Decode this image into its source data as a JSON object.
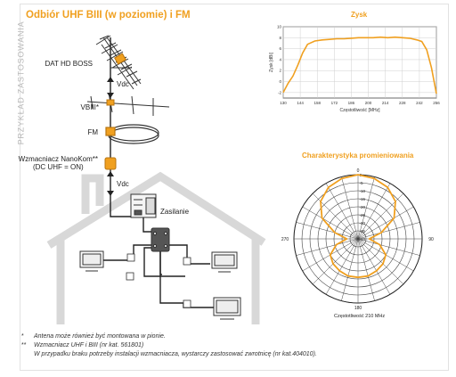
{
  "side_label": "PRZYKŁAD ZASTOSOWANIA",
  "title": "Odbiór UHF BIII (w poziomie) i FM",
  "diagram": {
    "labels": {
      "antenna_main": "DAT HD BOSS",
      "vdc_top": "Vdc",
      "vbiii": "VBIII*",
      "fm": "FM",
      "amplifier_line1": "Wzmacniacz NanoKom**",
      "amplifier_line2": "(DC UHF = ON)",
      "vdc_bottom": "Vdc",
      "power_supply": "Zasilanie"
    }
  },
  "footnotes": [
    {
      "mark": "*",
      "text": "Antena może również być montowana w pionie."
    },
    {
      "mark": "**",
      "text": "Wzmacniacz UHF i BIII (nr kat. 561801)"
    },
    {
      "mark": "",
      "text": "W przypadku braku potrzeby instalacji wzmacniacza, wystarczy zastosować zwrotnicę (nr kat.404010)."
    }
  ],
  "colors": {
    "accent": "#f0a020",
    "line": "#222222",
    "house": "#d8d8d8"
  },
  "chart_data": [
    {
      "type": "line",
      "title": "Zysk",
      "xlabel": "Częstotliwość [MHz]",
      "ylabel": "Zysk [dBi]",
      "x_ticks": [
        130,
        144,
        158,
        172,
        186,
        200,
        214,
        228,
        242,
        256
      ],
      "xlim": [
        130,
        256
      ],
      "y_ticks": [
        -2,
        0,
        2,
        4,
        6,
        8,
        10
      ],
      "ylim": [
        -3,
        10
      ],
      "grid": true,
      "x": [
        130,
        134,
        138,
        142,
        146,
        150,
        156,
        162,
        168,
        174,
        180,
        186,
        192,
        198,
        204,
        210,
        216,
        222,
        228,
        234,
        240,
        244,
        248,
        252,
        256
      ],
      "values": [
        -2.0,
        -0.3,
        1.0,
        3.0,
        5.2,
        6.8,
        7.4,
        7.6,
        7.7,
        7.8,
        7.8,
        7.9,
        8.0,
        8.0,
        8.0,
        8.1,
        8.0,
        8.1,
        8.0,
        7.9,
        7.6,
        7.3,
        5.8,
        2.5,
        -2.2
      ]
    },
    {
      "type": "polar",
      "title": "Charakterystyka promieniowania",
      "xlabel": "Częstotliwość 210 MHz",
      "angle_labels": [
        "0",
        "90",
        "180",
        "270"
      ],
      "radial_ticks": [
        0,
        -5,
        -10,
        -15,
        -20,
        -25,
        -30,
        -35,
        -40
      ],
      "rlim": [
        -40,
        0
      ],
      "angles": [
        0,
        15,
        30,
        45,
        60,
        75,
        90,
        105,
        120,
        135,
        150,
        165,
        180,
        195,
        210,
        225,
        240,
        255,
        270,
        285,
        300,
        315,
        330,
        345
      ],
      "values": [
        0,
        -1,
        -3,
        -7,
        -14,
        -25,
        -33,
        -26,
        -20,
        -18,
        -17,
        -16,
        -16,
        -16,
        -17,
        -18,
        -20,
        -26,
        -33,
        -25,
        -14,
        -7,
        -3,
        -1
      ]
    }
  ]
}
